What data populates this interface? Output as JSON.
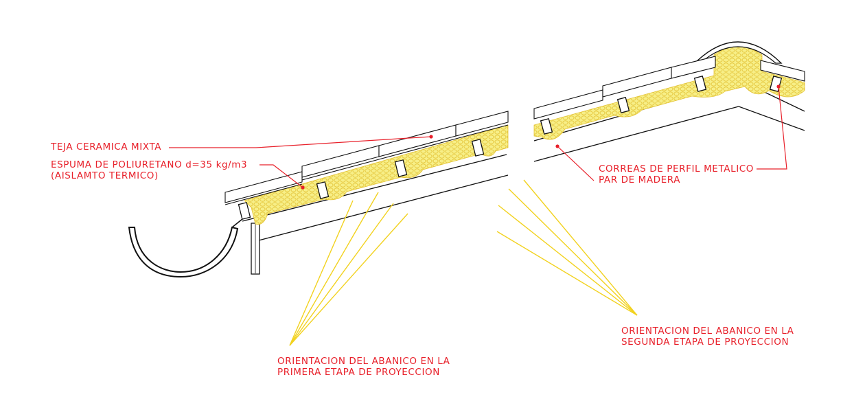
{
  "colors": {
    "label_text": "#e8202a",
    "leader_line": "#e8202a",
    "foam_fill": "#f7ef88",
    "foam_cell": "#e3c234",
    "spray_fan": "#f2d21f",
    "drawing_line": "#111111"
  },
  "labels": {
    "tile": "TEJA CERAMICA MIXTA",
    "foam_line1": "ESPUMA DE POLIURETANO d=35 kg/m3",
    "foam_line2": "(AISLAMTO TERMICO)",
    "purlins_line1": "CORREAS DE PERFIL METALICO",
    "purlins_line2": "PAR DE MADERA",
    "fan1_line1": "ORIENTACION DEL ABANICO EN LA",
    "fan1_line2": "PRIMERA ETAPA DE PROYECCION",
    "fan2_line1": "ORIENTACION DEL ABANICO EN LA",
    "fan2_line2": "SEGUNDA ETAPA DE PROYECCION"
  }
}
